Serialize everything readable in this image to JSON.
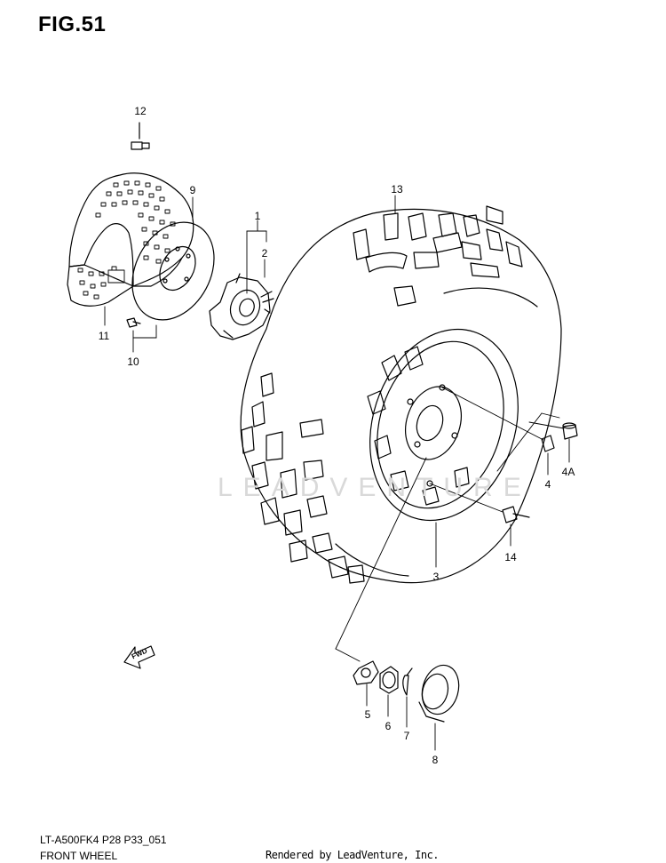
{
  "figure": {
    "title": "FIG.51"
  },
  "callouts": {
    "c1": "1",
    "c2": "2",
    "c3": "3",
    "c4": "4",
    "c4a": "4A",
    "c5": "5",
    "c6": "6",
    "c7": "7",
    "c8": "8",
    "c9": "9",
    "c10": "10",
    "c11": "11",
    "c12": "12",
    "c13": "13",
    "c14": "14"
  },
  "arrow_label": "FWD",
  "footer": {
    "model_code": "LT-A500FK4 P28 P33_051",
    "section_name": "FRONT WHEEL",
    "credit": "Rendered by LeadVenture, Inc."
  },
  "watermark": {
    "text": "LEADVENTURE"
  }
}
